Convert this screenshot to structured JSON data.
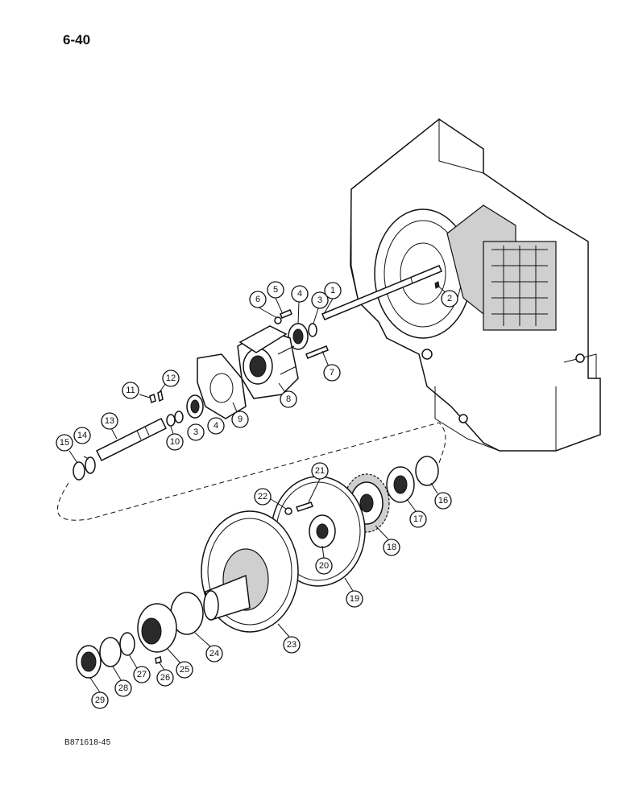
{
  "page": {
    "number": "6-40",
    "figure_code": "B871618-45"
  },
  "callouts": [
    "1",
    "2",
    "3",
    "4",
    "5",
    "6",
    "7",
    "8",
    "9",
    "10",
    "11",
    "12",
    "13",
    "14",
    "15",
    "16",
    "17",
    "18",
    "19",
    "20",
    "21",
    "22",
    "23",
    "24",
    "25",
    "26",
    "27",
    "28",
    "29"
  ]
}
